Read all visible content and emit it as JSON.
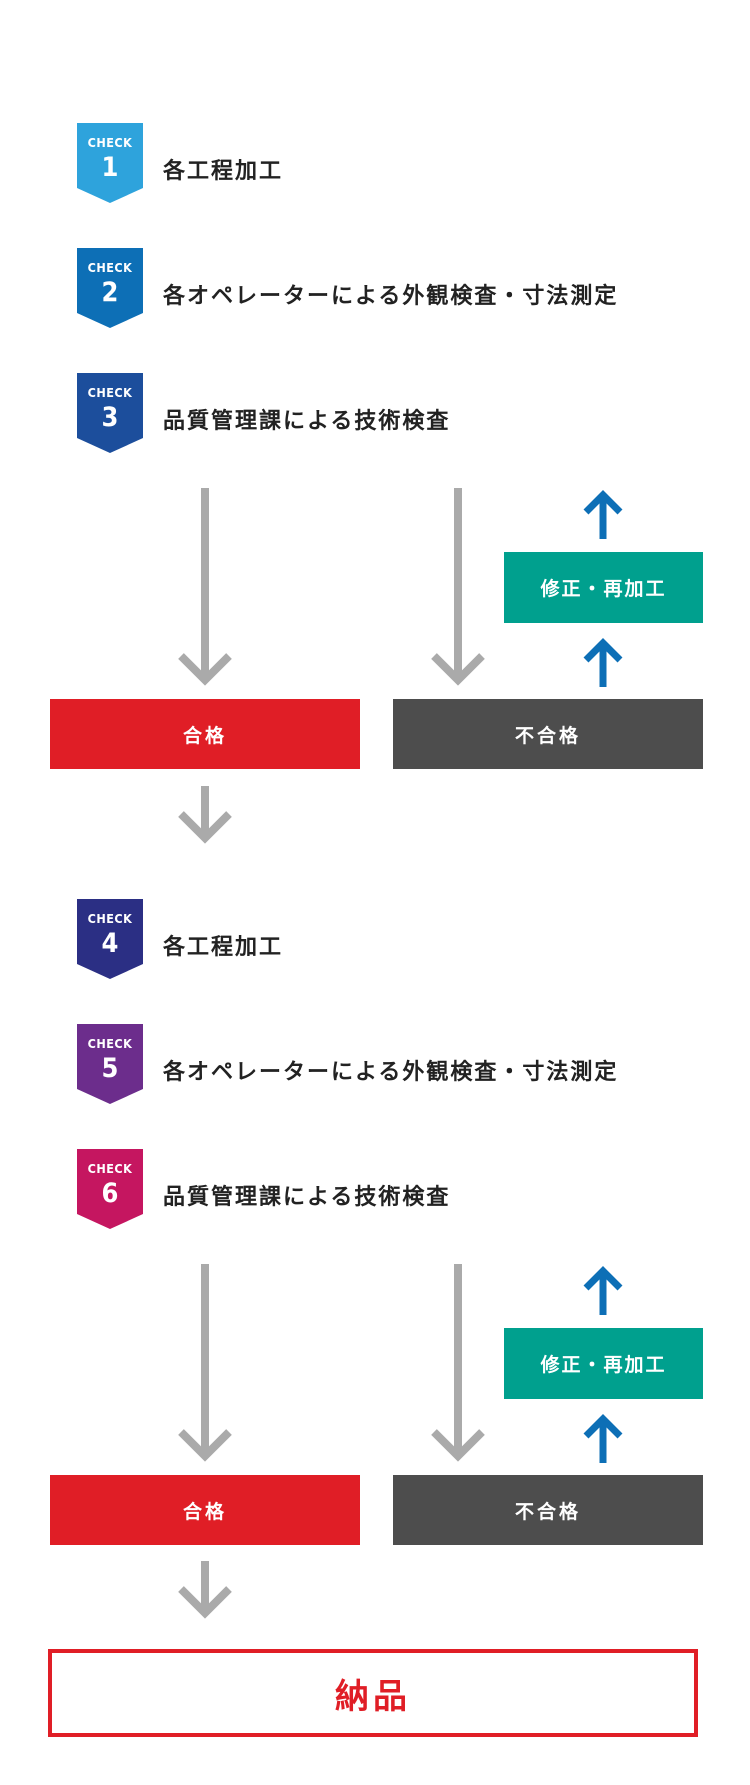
{
  "checks": [
    {
      "word": "CHECK",
      "num": "1",
      "label": "各工程加工",
      "color": "#2ea3dc"
    },
    {
      "word": "CHECK",
      "num": "2",
      "label": "各オペレーターによる外観検査・寸法測定",
      "color": "#0d6fb6"
    },
    {
      "word": "CHECK",
      "num": "3",
      "label": "品質管理課による技術検査",
      "color": "#1c4e9c"
    },
    {
      "word": "CHECK",
      "num": "4",
      "label": "各工程加工",
      "color": "#2b2f84"
    },
    {
      "word": "CHECK",
      "num": "5",
      "label": "各オペレーターによる外観検査・寸法測定",
      "color": "#6c2d8c"
    },
    {
      "word": "CHECK",
      "num": "6",
      "label": "品質管理課による技術検査",
      "color": "#c51660"
    }
  ],
  "result1": {
    "pass": "合格",
    "fail": "不合格",
    "fix": "修正・再加工"
  },
  "result2": {
    "pass": "合格",
    "fail": "不合格",
    "fix": "修正・再加工"
  },
  "final": "納品",
  "colors": {
    "pass": "#e01e26",
    "fail": "#4d4d4d",
    "fix": "#00a08e",
    "arrow_gray": "#aaaaaa",
    "arrow_blue": "#0d6fb6"
  }
}
